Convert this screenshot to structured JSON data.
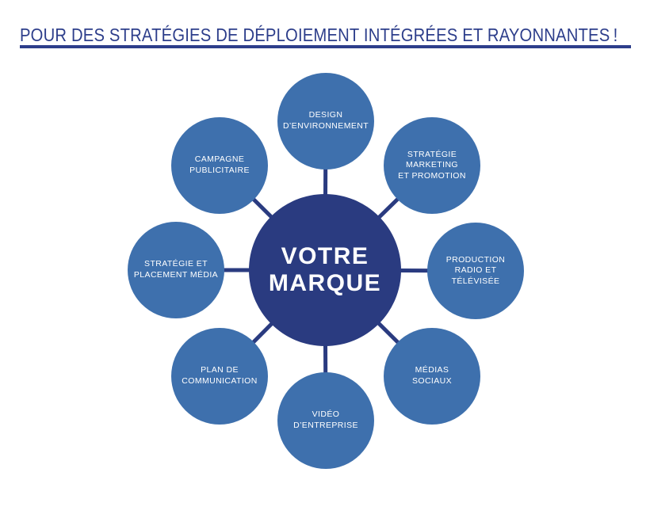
{
  "header": {
    "title": "POUR DES STRATÉGIES DE DÉPLOIEMENT INTÉGRÉES ET RAYONNANTES !"
  },
  "diagram": {
    "hub": {
      "lines": [
        "VOTRE",
        "MARQUE"
      ]
    },
    "satellites": [
      {
        "id": "design-environnement",
        "lines": [
          "DESIGN",
          "D’ENVIRONNEMENT"
        ]
      },
      {
        "id": "strategie-marketing-promotion",
        "lines": [
          "STRATÉGIE",
          "MARKETING",
          "ET PROMOTION"
        ]
      },
      {
        "id": "production-radio-televisee",
        "lines": [
          "PRODUCTION",
          "RADIO ET",
          "TÉLÉVISÉE"
        ]
      },
      {
        "id": "medias-sociaux",
        "lines": [
          "MÉDIAS",
          "SOCIAUX"
        ]
      },
      {
        "id": "video-entreprise",
        "lines": [
          "VIDÉO",
          "D’ENTREPRISE"
        ]
      },
      {
        "id": "plan-communication",
        "lines": [
          "PLAN DE",
          "COMMUNICATION"
        ]
      },
      {
        "id": "strategie-placement-media",
        "lines": [
          "STRATÉGIE ET",
          "PLACEMENT MÉDIA"
        ]
      },
      {
        "id": "campagne-publicitaire",
        "lines": [
          "CAMPAGNE",
          "PUBLICITAIRE"
        ]
      }
    ]
  },
  "colors": {
    "navy": "#2a3b80",
    "title-navy": "#2d3e8b",
    "satellite-blue": "#3e70ad",
    "label-white": "#ffffff",
    "background": "#ffffff"
  }
}
